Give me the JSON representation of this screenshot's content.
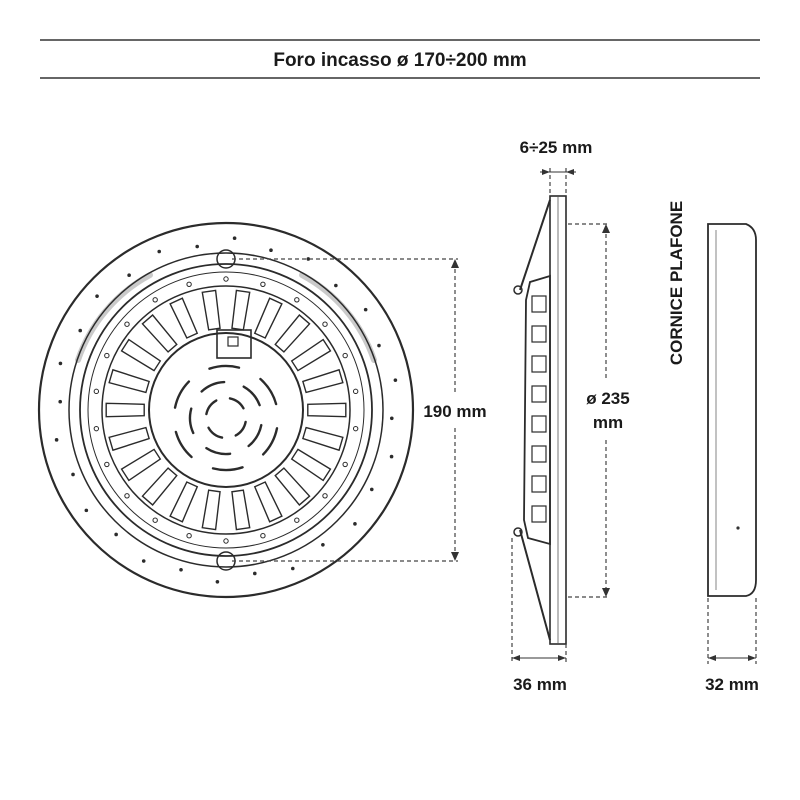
{
  "header": {
    "title": "Foro incasso ø 170÷200 mm"
  },
  "front_view": {
    "dimension_label": "190 mm"
  },
  "side_view": {
    "top_label": "6÷25 mm",
    "diameter_label_line1": "ø 235",
    "diameter_label_line2": "mm",
    "bottom_label": "36 mm"
  },
  "ceiling_view": {
    "vertical_label": "CORNICE PLAFONE",
    "bottom_label": "32 mm"
  },
  "colors": {
    "stroke": "#2b2b2b",
    "text": "#1a1a1a",
    "background": "#ffffff"
  }
}
